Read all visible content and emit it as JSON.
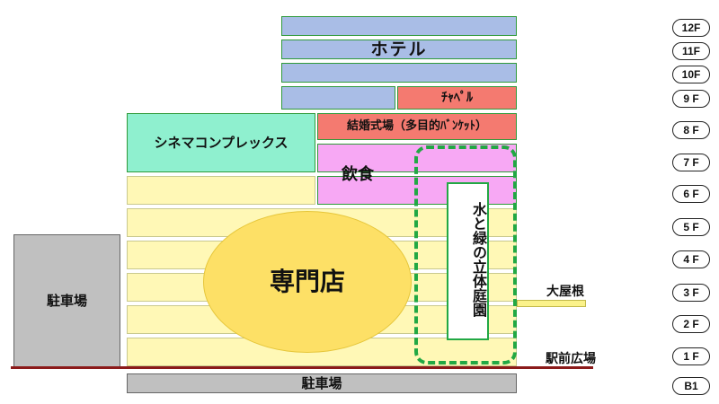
{
  "hotel_label": "ホテル",
  "chapel_label": "ﾁｬﾍﾟﾙ",
  "wedding_label": "結婚式場（多目的ﾊﾞﾝｹｯﾄ）",
  "cinema_label": "シネマコンプレックス",
  "dining_label": "飲食",
  "shops_label": "専門店",
  "garden_label": "水と緑の立体庭園",
  "parking_label": "駐車場",
  "basement_parking_label": "駐車場",
  "roof_label": "大屋根",
  "plaza_label": "駅前広場",
  "floors": [
    "12F",
    "11F",
    "10F",
    "9 F",
    "8 F",
    "7 F",
    "6 F",
    "5 F",
    "4 F",
    "3 F",
    "2 F",
    "1 F",
    "B1"
  ],
  "colors": {
    "hotel": "#a9bde6",
    "chapel_wedding": "#f47a70",
    "cinema": "#8ff0cf",
    "dining": "#f7a8f4",
    "shops": "#fff8b6",
    "shops_oval": "#fde066",
    "parking": "#c0c0c0",
    "garden_outline": "#22a844",
    "ground_line": "#8b1a1a"
  }
}
